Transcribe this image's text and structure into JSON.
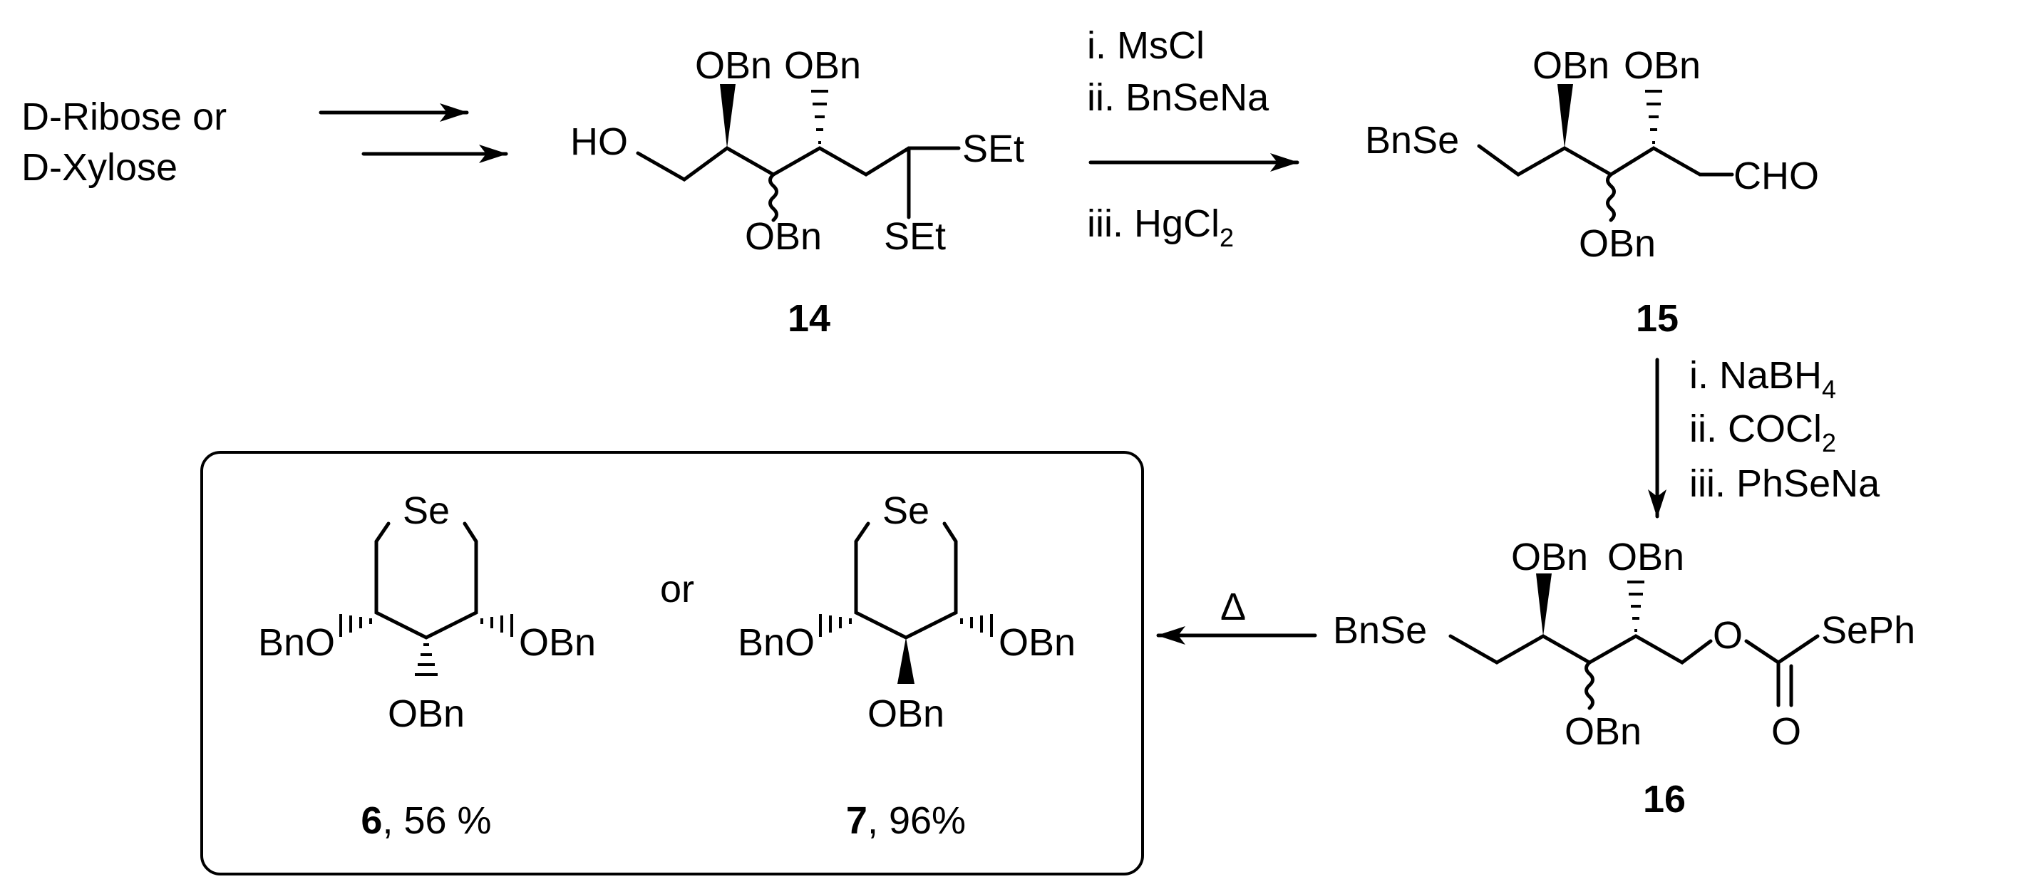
{
  "scheme": {
    "start_material": [
      "D-Ribose or",
      "D-Xylose"
    ],
    "compound_14": {
      "number": "14",
      "labels": {
        "ho": "HO",
        "obn1": "OBn",
        "obn2": "OBn",
        "obn3": "OBn",
        "set1": "SEt",
        "set2": "SEt"
      }
    },
    "step_1": {
      "line1": "i. MsCl",
      "line2": "ii. BnSeNa",
      "line3": "iii. HgCl",
      "line3_sub": "2"
    },
    "compound_15": {
      "number": "15",
      "labels": {
        "bnse": "BnSe",
        "obn1": "OBn",
        "obn2": "OBn",
        "obn3": "OBn",
        "cho": "CHO"
      }
    },
    "step_2": {
      "line1": "i. NaBH",
      "line1_sub": "4",
      "line2": "ii. COCl",
      "line2_sub": "2",
      "line3": "iii. PhSeNa"
    },
    "compound_16": {
      "number": "16",
      "labels": {
        "bnse": "BnSe",
        "obn1": "OBn",
        "obn2": "OBn",
        "obn3": "OBn",
        "o_ester": "O",
        "seph": "SePh",
        "o_carbonyl": "O"
      }
    },
    "step_3": {
      "label": "Δ"
    },
    "product_6": {
      "number": "6",
      "yield": ", 56 %",
      "labels": {
        "se": "Se",
        "bno": "BnO",
        "obn_right": "OBn",
        "obn_bottom": "OBn"
      }
    },
    "connector": "or",
    "product_7": {
      "number": "7",
      "yield": ", 96%",
      "labels": {
        "se": "Se",
        "bno": "BnO",
        "obn_right": "OBn",
        "obn_bottom": "OBn"
      }
    }
  }
}
